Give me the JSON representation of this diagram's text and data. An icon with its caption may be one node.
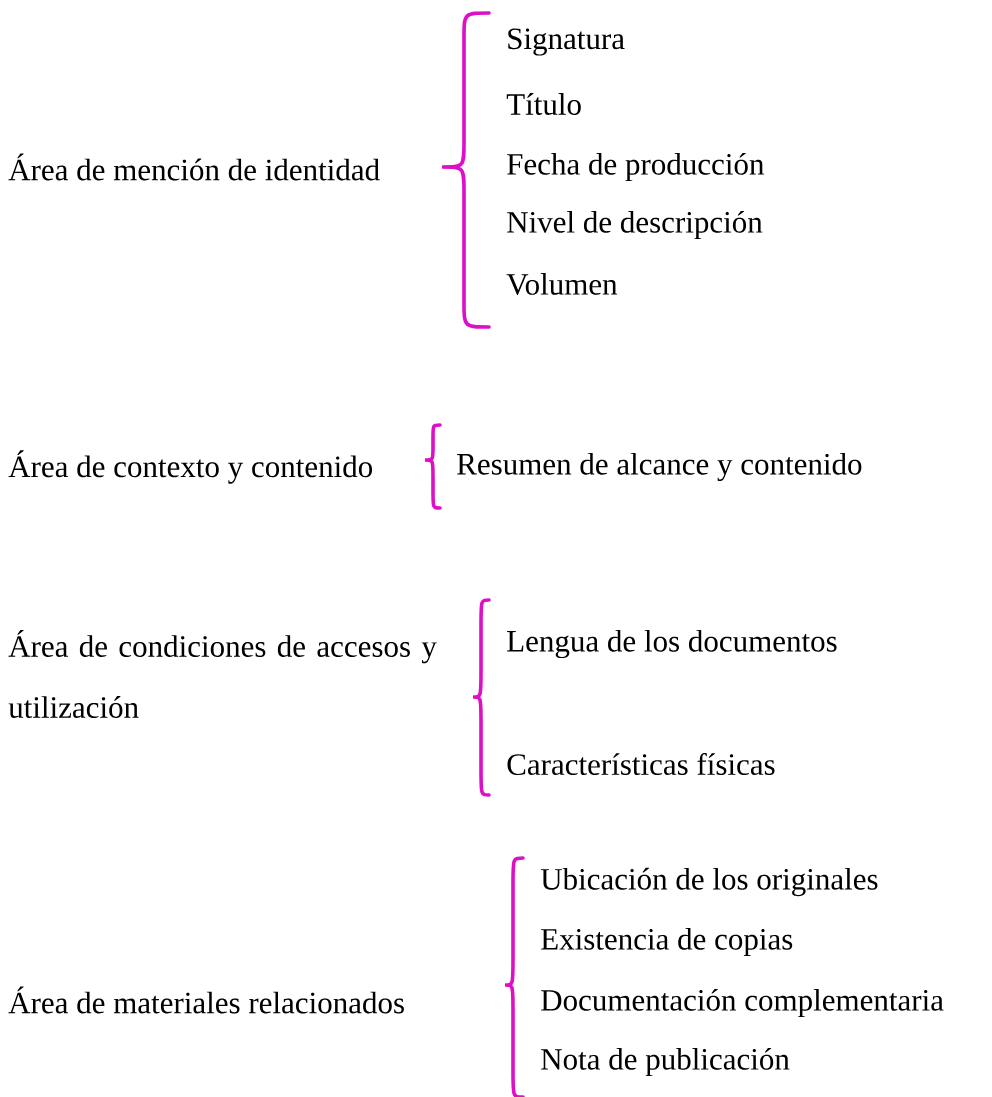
{
  "diagram": {
    "labels": [
      "Signatura",
      "Título",
      "Área de mención de identidad",
      "Fecha de producción",
      "Nivel de descripción",
      "Volumen",
      "Área de contexto y contenido",
      "Resumen de alcance y contenido",
      "Área de condiciones de accesos y utilización",
      "Lengua de los documentos",
      "Características físicas",
      "Ubicación de los originales",
      "Existencia de copias",
      "Área de materiales relacionados",
      "Documentación complementaria",
      "Nota de publicación"
    ]
  }
}
